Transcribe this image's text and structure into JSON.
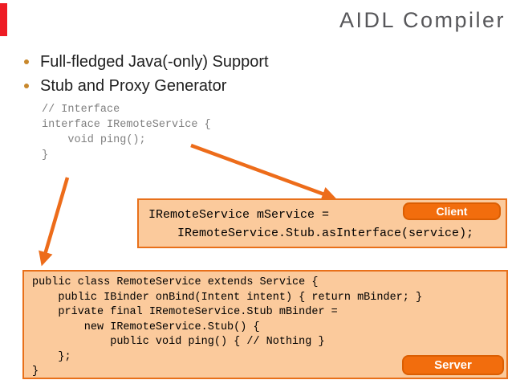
{
  "slide": {
    "title": "AIDL Compiler",
    "bullets": [
      "Full-fledged Java(-only) Support",
      "Stub and Proxy Generator"
    ],
    "interface_code": "// Interface\ninterface IRemoteService {\n    void ping();\n}",
    "client": {
      "label": "Client",
      "code": "IRemoteService mService =\n    IRemoteService.Stub.asInterface(service);"
    },
    "server": {
      "label": "Server",
      "code": "public class RemoteService extends Service {\n    public IBinder onBind(Intent intent) { return mBinder; }\n    private final IRemoteService.Stub mBinder =\n        new IRemoteService.Stub() {\n            public void ping() { // Nothing }\n    };\n}"
    },
    "colors": {
      "accent_orange": "#ed6c1a",
      "badge_fill": "#f26d0d",
      "badge_border": "#db5e02",
      "box_fill": "#fbca9c",
      "bullet_dot": "#c8882c",
      "interface_code_gray": "#7f7f7f",
      "title_gray": "#57575a",
      "red_mark": "#ee1c24"
    }
  }
}
